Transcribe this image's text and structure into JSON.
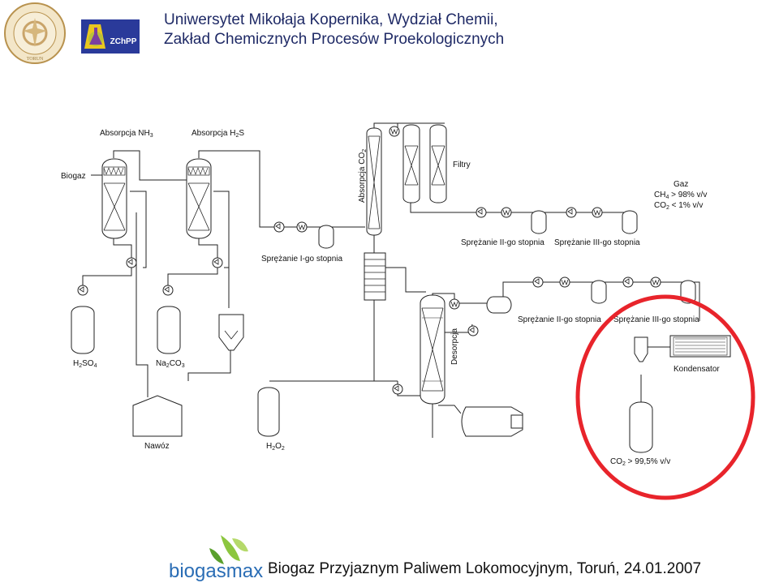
{
  "header": {
    "line1": "Uniwersytet Mikołaja Kopernika, Wydział Chemii,",
    "line2": "Zakład Chemicznych Procesów Proekologicznych",
    "seal_text": "UNIVERSITAS NICOLAI COPERNICI",
    "seal_city": "TORUN",
    "logo2_text": "ZChPP"
  },
  "diagram": {
    "biogaz": "Biogaz",
    "absorpcja_nh3": {
      "main": "Absorpcja NH",
      "sub": "3"
    },
    "absorpcja_h2s": {
      "main": "Absorpcja H",
      "sub": "2",
      "tail": "S"
    },
    "absorpcja_co2": {
      "main": "Absorpcja CO",
      "sub": "2"
    },
    "filtry": "Filtry",
    "gaz": {
      "title": "Gaz",
      "ch4": {
        "a": "CH",
        "sub": "4",
        "b": " > 98% v/v"
      },
      "co2": {
        "a": "CO",
        "sub": "2",
        "b": " < 1% v/v"
      }
    },
    "sprezanie_1": "Sprężanie I-go stopnia",
    "sprezanie_2_top": "Sprężanie II-go stopnia",
    "sprezanie_3_top": "Sprężanie III-go stopnia",
    "sprezanie_2_bottom": "Sprężanie II-go stopnia",
    "sprezanie_3_bottom": "Sprężanie III-go stopnia",
    "desorpcja": "Desorpcja",
    "kondensator": "Kondensator",
    "h2so4": {
      "a": "H",
      "s1": "2",
      "b": "SO",
      "s2": "4"
    },
    "na2co3": {
      "a": "Na",
      "s1": "2",
      "b": "CO",
      "s2": "3"
    },
    "nawoz": "Nawóz",
    "h2o2": {
      "a": "H",
      "s1": "2",
      "b": "O",
      "s2": "2"
    },
    "co2_out": {
      "a": "CO",
      "sub": "2",
      "b": " > 99,5% v/v"
    },
    "highlight_color": "#e8242b"
  },
  "footer": {
    "logo_text": "biogasmax",
    "text": "Biogaz Przyjaznym Paliwem Lokomocyjnym, Toruń, 24.01.2007"
  }
}
